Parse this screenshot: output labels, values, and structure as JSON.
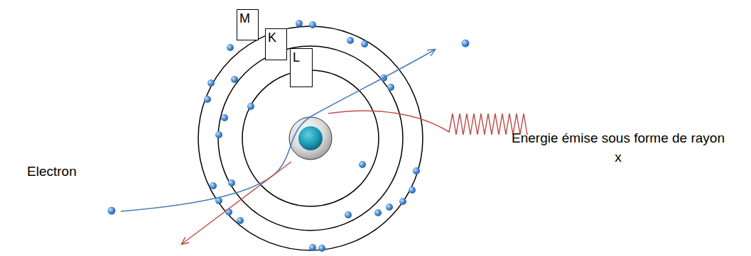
{
  "diagram": {
    "nodes": [
      {
        "text": [
          "M"
        ]
      },
      {
        "text": [
          "K"
        ]
      },
      {
        "text": [
          "L"
        ]
      }
    ],
    "labels": [
      "Electron",
      "Energie émise sous forme de rayon x"
    ]
  }
}
